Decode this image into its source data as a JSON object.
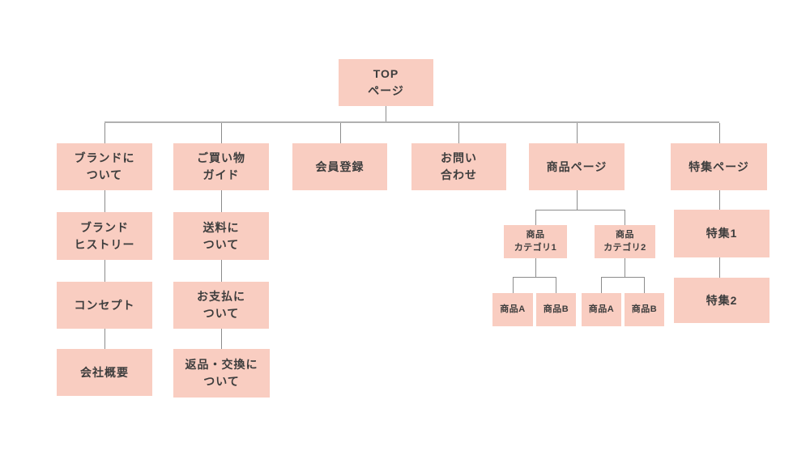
{
  "colors": {
    "box": "#f9cdc1",
    "text": "#3d3d3d",
    "line": "#8c8c8c",
    "line_light": "#b0b0b0",
    "background": "#ffffff"
  },
  "nodes": {
    "top": {
      "label": "TOP\nページ"
    },
    "brand": {
      "label": "ブランドに\nついて"
    },
    "guide": {
      "label": "ご買い物\nガイド"
    },
    "member": {
      "label": "会員登録"
    },
    "contact": {
      "label": "お問い\n合わせ"
    },
    "product": {
      "label": "商品ページ"
    },
    "feature": {
      "label": "特集ページ"
    },
    "brand_history": {
      "label": "ブランド\nヒストリー"
    },
    "concept": {
      "label": "コンセプト"
    },
    "company": {
      "label": "会社概要"
    },
    "shipping": {
      "label": "送料に\nついて"
    },
    "payment": {
      "label": "お支払に\nついて"
    },
    "returns": {
      "label": "返品・交換に\nついて"
    },
    "category1": {
      "label": "商品\nカテゴリ1"
    },
    "category2": {
      "label": "商品\nカテゴリ2"
    },
    "cat1_product_a": {
      "label": "商品A"
    },
    "cat1_product_b": {
      "label": "商品B"
    },
    "cat2_product_a": {
      "label": "商品A"
    },
    "cat2_product_b": {
      "label": "商品B"
    },
    "feature1": {
      "label": "特集1"
    },
    "feature2": {
      "label": "特集2"
    }
  }
}
